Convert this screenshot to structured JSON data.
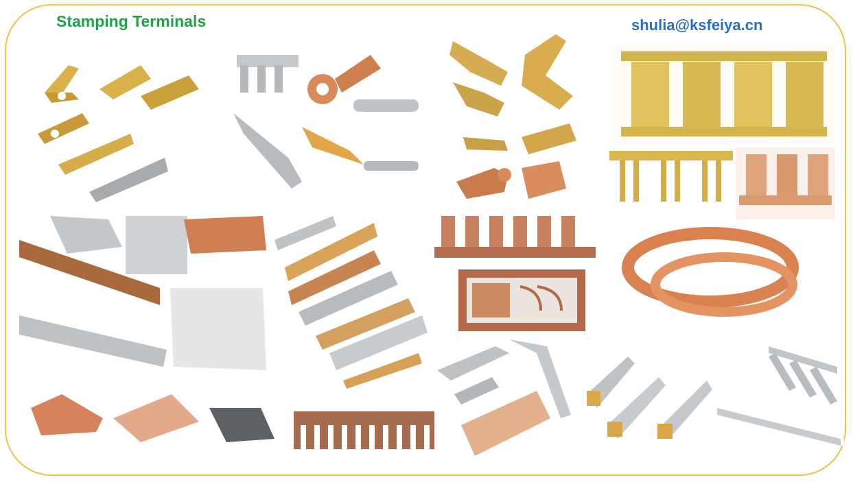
{
  "header": {
    "title": "Stamping Terminals",
    "email": "shulia@ksfeiya.cn"
  },
  "colors": {
    "border": "#f2c14b",
    "title": "#22a04a",
    "email": "#2a6fbf",
    "brass": "#d9b14a",
    "copper": "#d98a5a",
    "tin": "#b9bcc0"
  },
  "photos": [
    "brass-quick-disconnect-terminals",
    "tin-and-copper-ring-terminals",
    "brass-female-spade-terminals",
    "gold-plated-terminal-strip-reel",
    "gold-pin-carrier-strips",
    "copper-pin-carrier-strip",
    "tin-plated-lead-frames",
    "mixed-carrier-strip-terminals",
    "copper-connector-pin-strip",
    "copper-lead-frame-panel",
    "copper-terminal-reel-coil",
    "tin-crimp-contacts",
    "gold-crimp-terminals",
    "tin-crimp-contact-strip",
    "bent-copper-contacts",
    "copper-comb-strip"
  ]
}
